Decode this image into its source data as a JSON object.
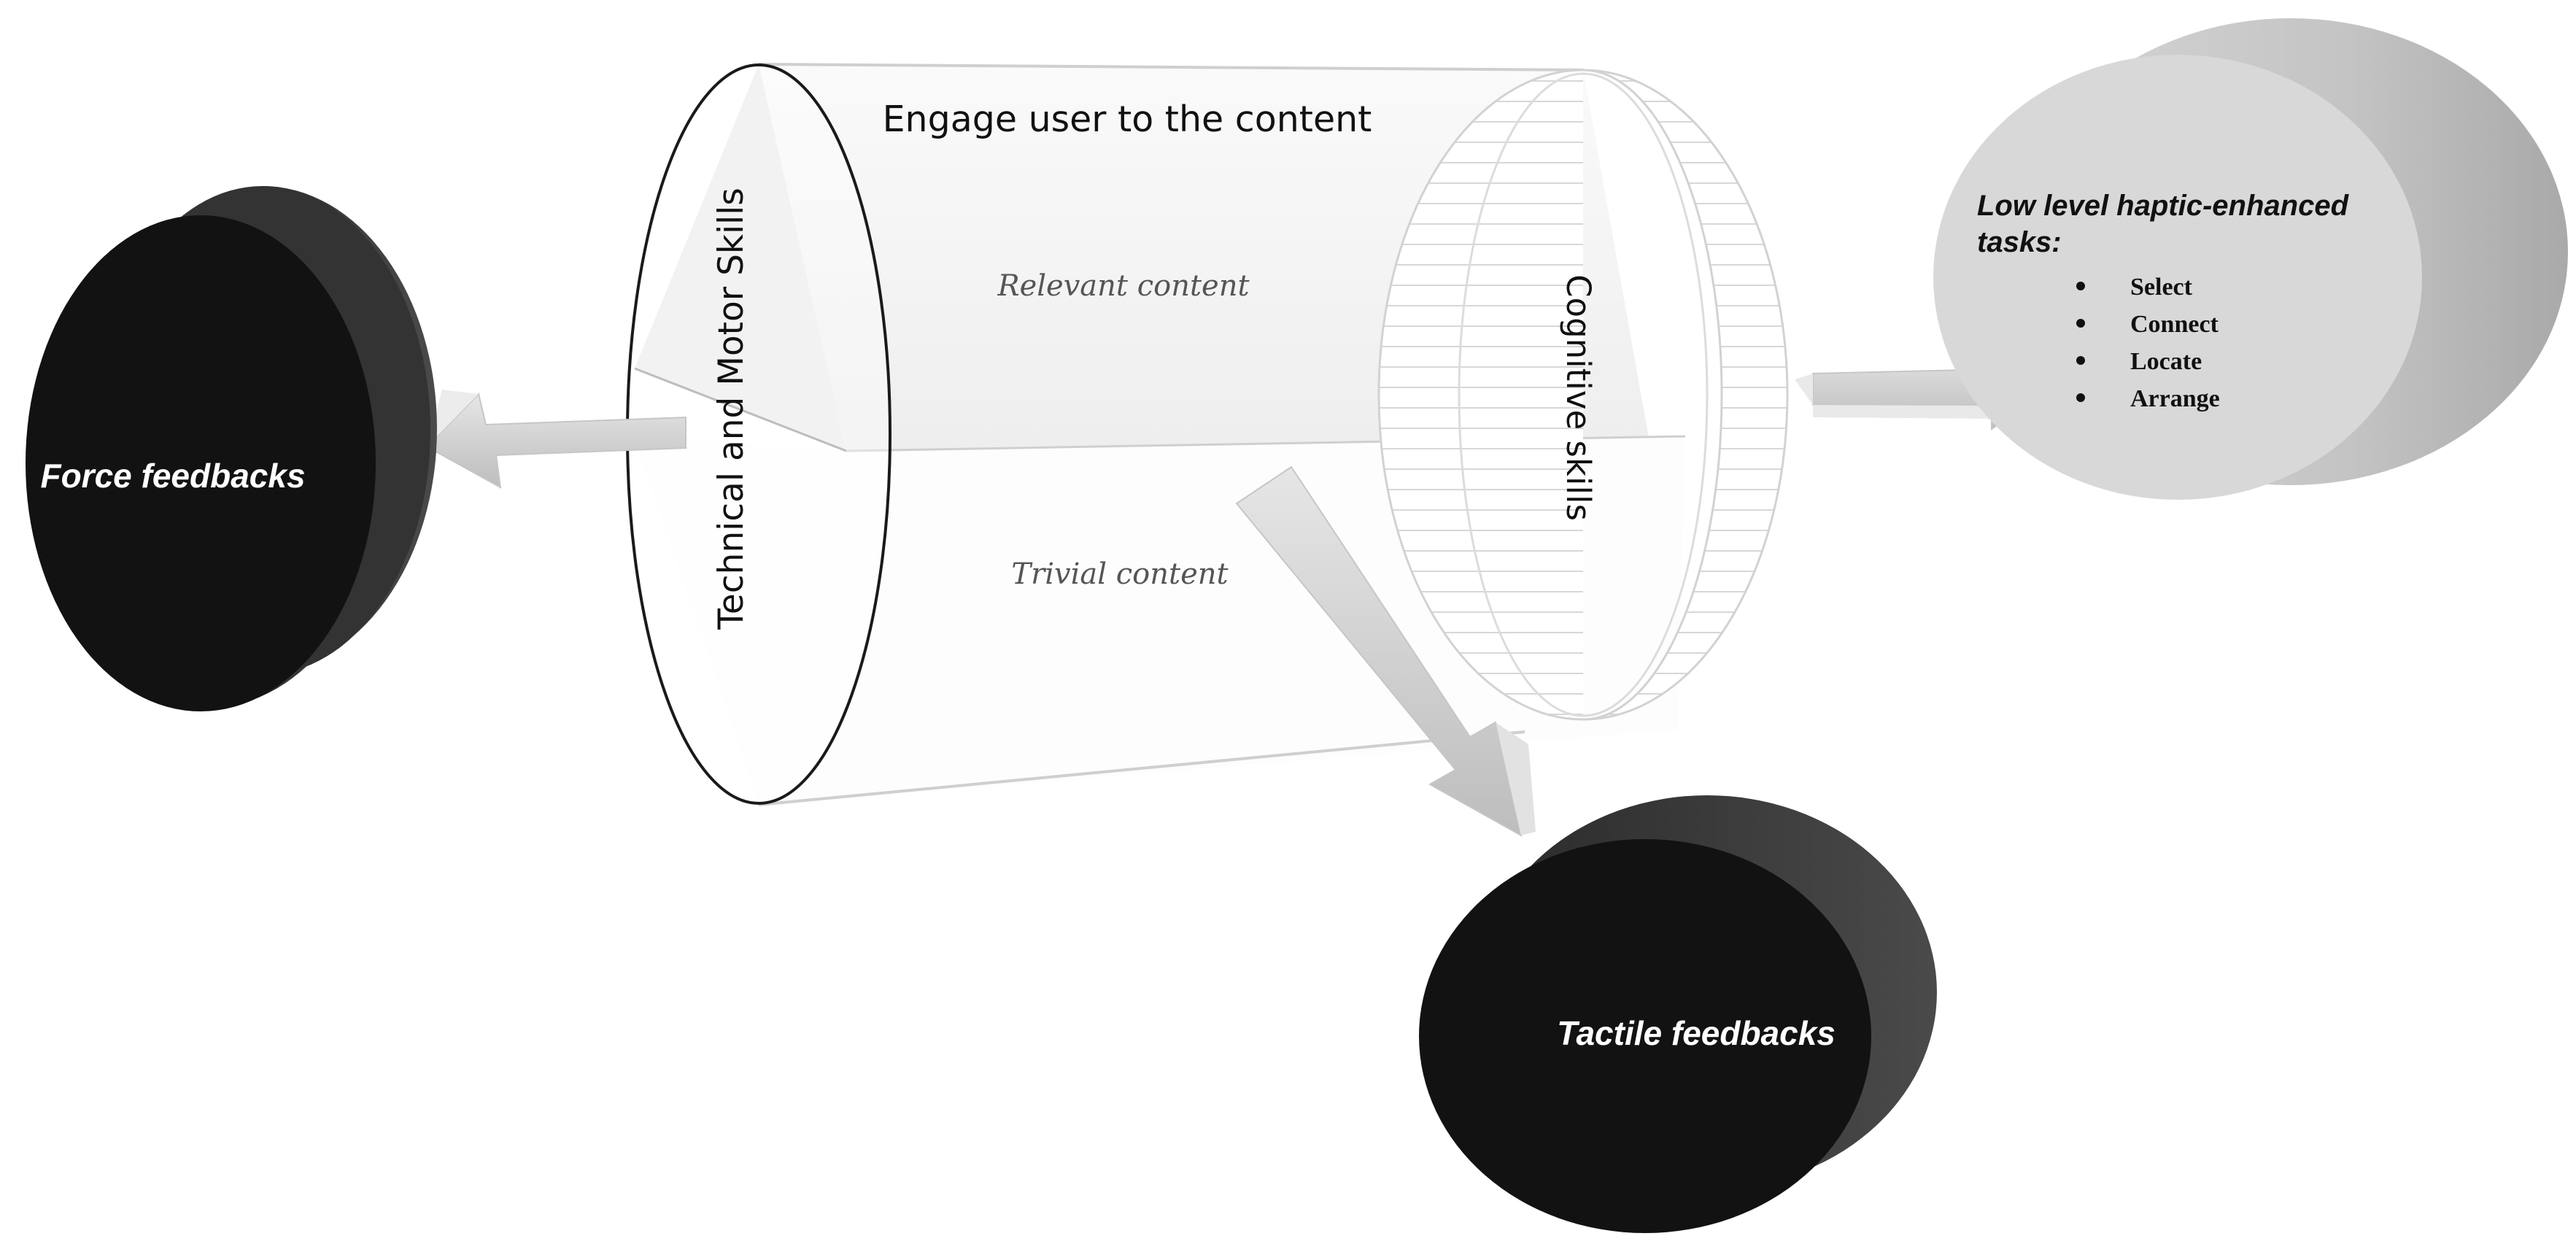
{
  "cylinder": {
    "top_label": "Engage user to the content",
    "left_face_label": "Technical and Motor Skills",
    "right_face_label": "Cognitive skills",
    "upper_section_label": "Relevant content",
    "lower_section_label": "Trivial content"
  },
  "force_disk": {
    "label": "Force feedbacks"
  },
  "tactile_disk": {
    "label": "Tactile feedbacks"
  },
  "tasks_disk": {
    "title_line1": "Low level haptic-enhanced",
    "title_line2": "tasks:",
    "items": [
      "Select",
      "Connect",
      "Locate",
      "Arrange"
    ]
  },
  "colors": {
    "dark_disk": "#141414",
    "dark_disk_side": "#3a3a3a",
    "gray_disk": "#d9d9d9",
    "gray_disk_side": "#bdbdbd",
    "arrow": "#d0d0d0",
    "cylinder_fill": "#f3f3f3"
  }
}
